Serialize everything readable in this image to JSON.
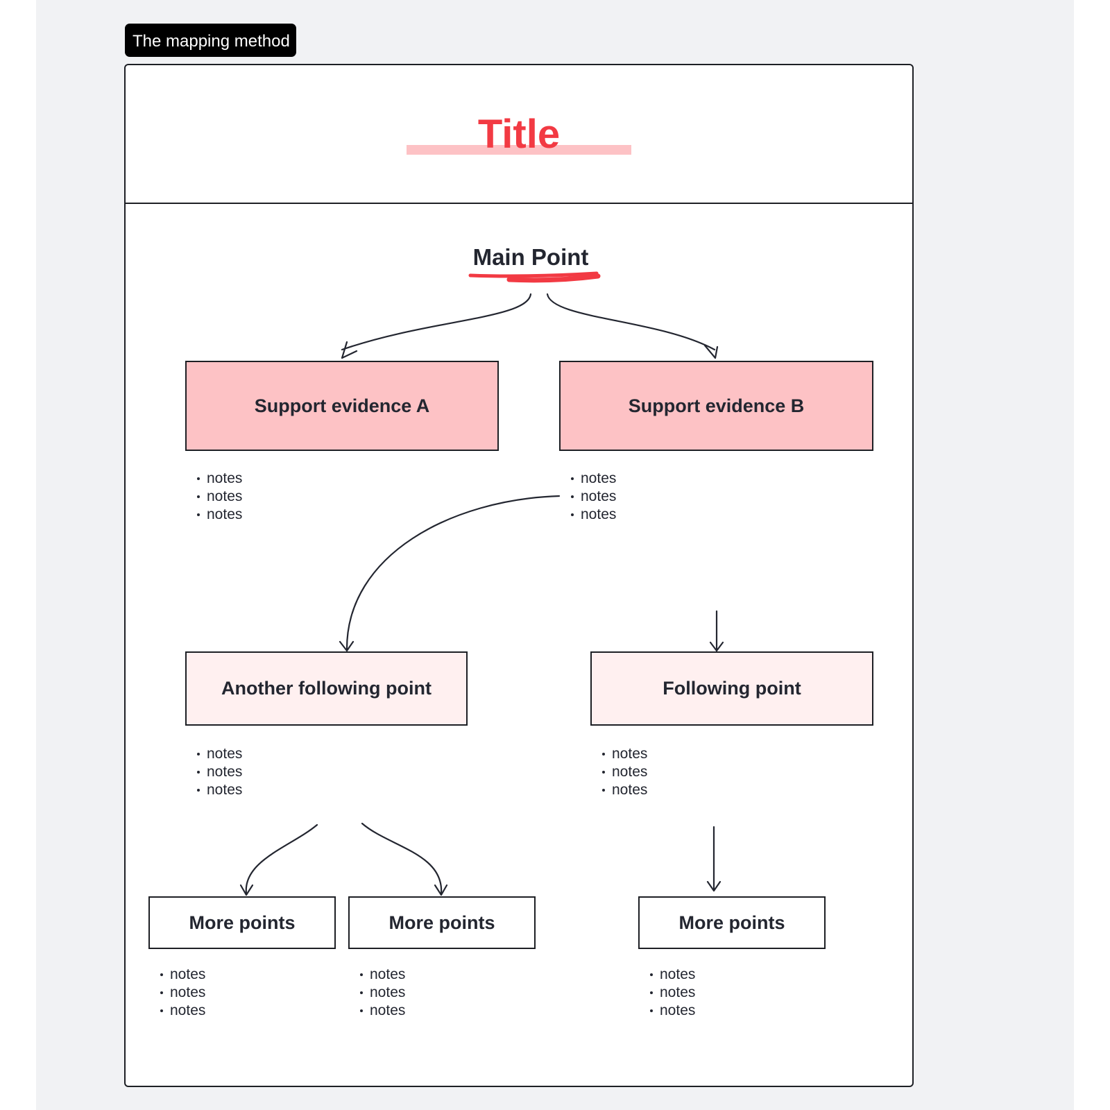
{
  "frame": {
    "label": "The mapping method",
    "title": "Title"
  },
  "diagram": {
    "main_point": "Main Point",
    "support_a": {
      "label": "Support evidence A",
      "notes": [
        "notes",
        "notes",
        "notes"
      ]
    },
    "support_b": {
      "label": "Support evidence B",
      "notes": [
        "notes",
        "notes",
        "notes"
      ]
    },
    "another_following": {
      "label": "Another following point",
      "notes": [
        "notes",
        "notes",
        "notes"
      ]
    },
    "following": {
      "label": "Following point",
      "notes": [
        "notes",
        "notes",
        "notes"
      ]
    },
    "more_1": {
      "label": "More points",
      "notes": [
        "notes",
        "notes",
        "notes"
      ]
    },
    "more_2": {
      "label": "More points",
      "notes": [
        "notes",
        "notes",
        "notes"
      ]
    },
    "more_3": {
      "label": "More points",
      "notes": [
        "notes",
        "notes",
        "notes"
      ]
    }
  },
  "colors": {
    "title_red": "#f23a43",
    "highlight_pink": "#fdc2c5",
    "evidence_fill": "#fdc2c5",
    "following_fill": "#fff0f0",
    "text_dark": "#232630",
    "canvas_bg": "#f1f2f4"
  }
}
